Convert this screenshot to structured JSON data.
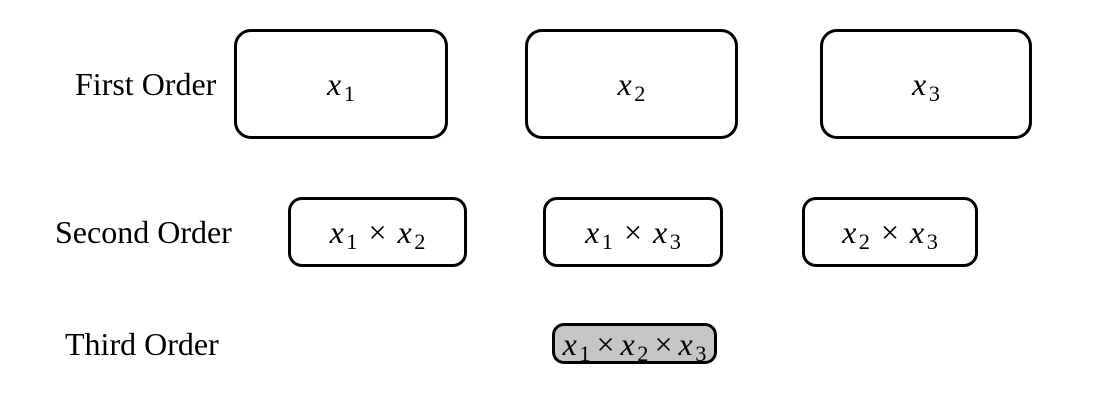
{
  "figure": {
    "times_symbol": "×",
    "colors": {
      "background": "#ffffff",
      "border": "#000000",
      "text": "#000000",
      "default_fill": "#ffffff",
      "highlight_fill": "#c6c6c6"
    },
    "rows": [
      {
        "label": "First Order",
        "boxes": [
          {
            "name": "x1",
            "terms": [
              {
                "base": "x",
                "sub": "1"
              }
            ],
            "highlighted": false
          },
          {
            "name": "x2",
            "terms": [
              {
                "base": "x",
                "sub": "2"
              }
            ],
            "highlighted": false
          },
          {
            "name": "x3",
            "terms": [
              {
                "base": "x",
                "sub": "3"
              }
            ],
            "highlighted": false
          }
        ]
      },
      {
        "label": "Second Order",
        "boxes": [
          {
            "name": "x1-x2",
            "terms": [
              {
                "base": "x",
                "sub": "1"
              },
              {
                "base": "x",
                "sub": "2"
              }
            ],
            "highlighted": false
          },
          {
            "name": "x1-x3",
            "terms": [
              {
                "base": "x",
                "sub": "1"
              },
              {
                "base": "x",
                "sub": "3"
              }
            ],
            "highlighted": false
          },
          {
            "name": "x2-x3",
            "terms": [
              {
                "base": "x",
                "sub": "2"
              },
              {
                "base": "x",
                "sub": "3"
              }
            ],
            "highlighted": false
          }
        ]
      },
      {
        "label": "Third Order",
        "boxes": [
          {
            "name": "x1-x2-x3",
            "terms": [
              {
                "base": "x",
                "sub": "1"
              },
              {
                "base": "x",
                "sub": "2"
              },
              {
                "base": "x",
                "sub": "3"
              }
            ],
            "highlighted": true
          }
        ]
      }
    ]
  }
}
